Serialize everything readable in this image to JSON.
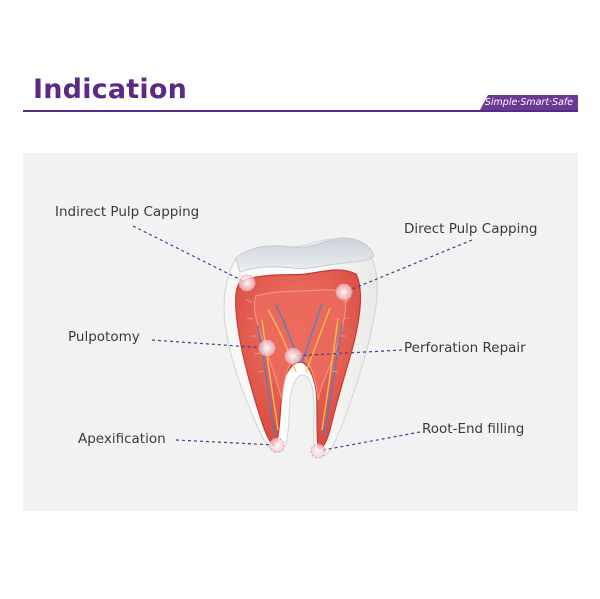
{
  "header": {
    "title": "Indication",
    "tagline": "Simple·Smart·Safe"
  },
  "labels": {
    "indirect_pulp_capping": "Indirect Pulp Capping",
    "direct_pulp_capping": "Direct Pulp Capping",
    "pulpotomy": "Pulpotomy",
    "perforation_repair": "Perforation Repair",
    "apexification": "Apexification",
    "root_end_filling": "Root-End filling"
  },
  "colors": {
    "brand_purple": "#5b2a86",
    "leader_line": "#3f3f8a",
    "pulp_red": "#e2574c",
    "enamel": "#dde3e8"
  }
}
